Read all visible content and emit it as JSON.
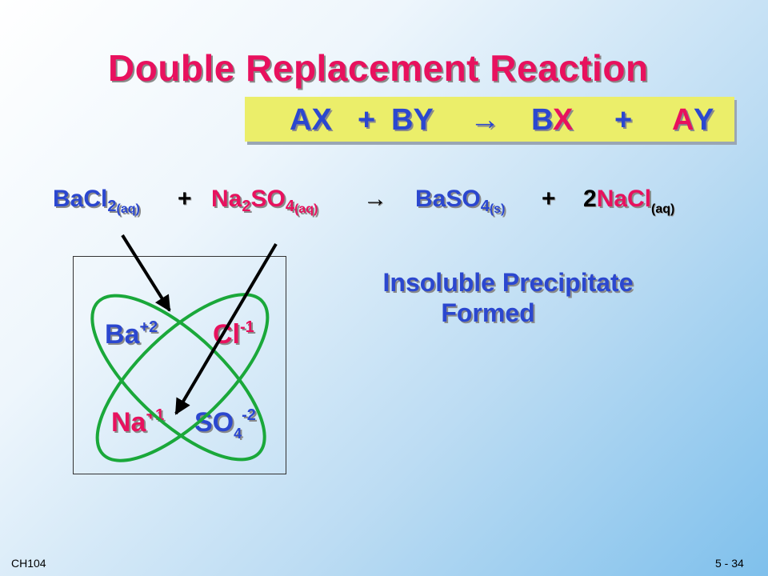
{
  "title": "Double Replacement Reaction",
  "general_equation": {
    "ax": "AX",
    "plus1": "+",
    "by": "BY",
    "arrow": "→",
    "bx_b": "B",
    "bx_x": "X",
    "plus2": "+",
    "ay_a": "A",
    "ay_y": "Y"
  },
  "equation": {
    "bacl": "BaCl",
    "bacl_sub": "2",
    "bacl_state": "(aq)",
    "plus1": "+",
    "na": "Na",
    "na_sub": "2",
    "so": "SO",
    "so_sub": "4",
    "so_state": "(aq)",
    "arrow": "→",
    "baso": "BaSO",
    "baso_sub": "4",
    "baso_state": "(s)",
    "plus2": "+",
    "coef": "2",
    "nacl": "NaCl",
    "nacl_state": "(aq)"
  },
  "ions": {
    "ba": "Ba",
    "ba_charge": "+2",
    "cl": "Cl",
    "cl_charge": "-1",
    "na": "Na",
    "na_charge": "+1",
    "so": "SO",
    "so_sub": "4",
    "so_charge": "-2"
  },
  "precipitate": {
    "line1": "Insoluble Precipitate",
    "line2": "Formed"
  },
  "footer": {
    "course": "CH104",
    "page": "5 - 34"
  },
  "colors": {
    "blue": "#2b47cf",
    "red": "#e8115e",
    "yellow_box": "#ebee6a",
    "ellipse_green": "#1aa83a"
  }
}
